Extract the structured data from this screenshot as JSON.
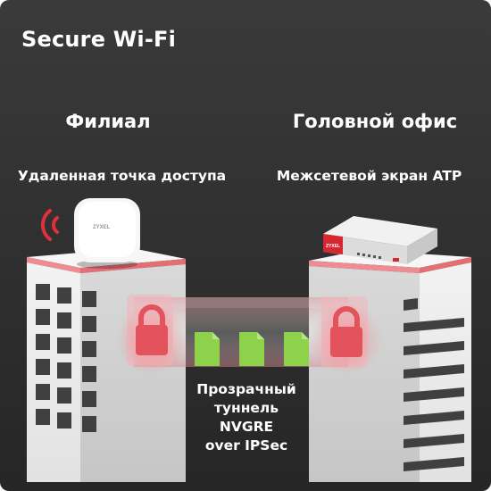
{
  "title": "Secure Wi-Fi",
  "left": {
    "heading": "Филиал",
    "subheading": "Удаленная точка доступа",
    "device_brand": "ZYXEL"
  },
  "right": {
    "heading": "Головной офис",
    "subheading": "Межсетевой экран ATP",
    "device_brand": "ZYXEL"
  },
  "tunnel": {
    "lines": [
      "Прозрачный",
      "туннель",
      "NVGRE",
      "over IPSec"
    ]
  },
  "colors": {
    "accent": "#e0303a",
    "packet": "#8ed14a",
    "lock": "#e2535b"
  },
  "icons": [
    "wifi-signal-icon",
    "lock-icon",
    "file-icon"
  ]
}
